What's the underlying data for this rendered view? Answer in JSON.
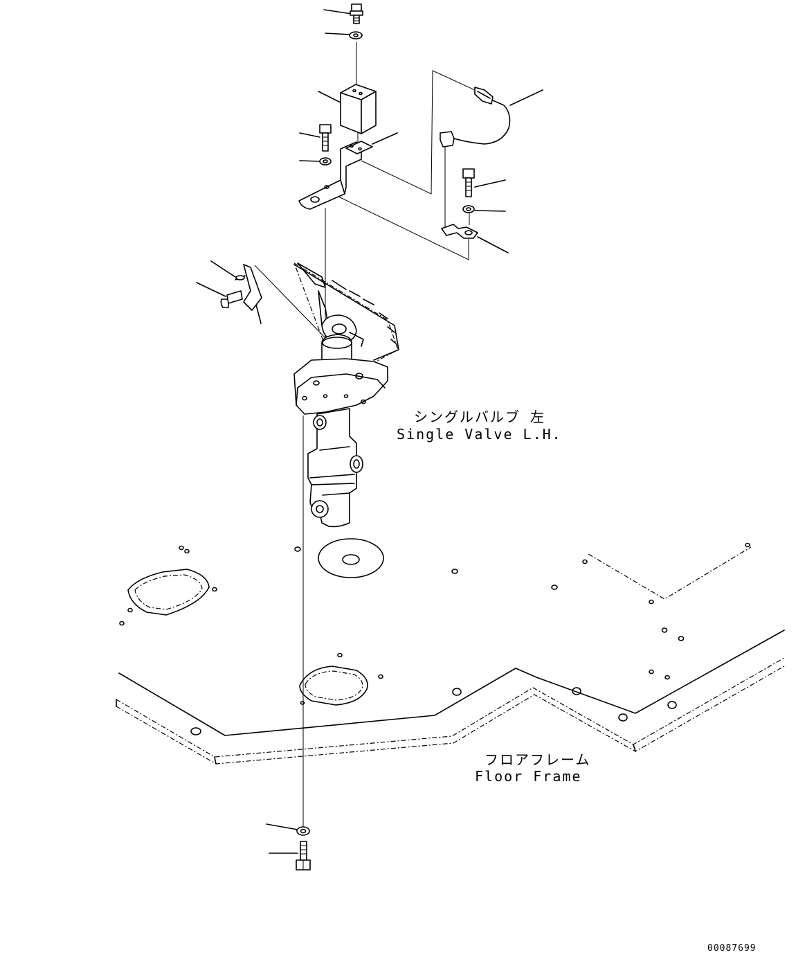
{
  "labels": {
    "valve_jp": "シングルバルブ 左",
    "valve_en": "Single Valve L.H.",
    "frame_jp": "フロアフレーム",
    "frame_en": "Floor Frame",
    "drawing_number": "00087699"
  }
}
